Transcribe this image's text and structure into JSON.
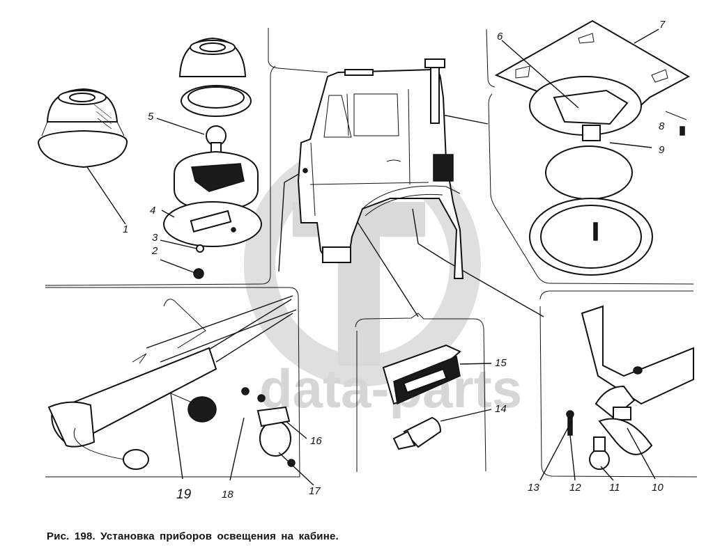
{
  "figure": {
    "caption": "Рис. 198. Установка приборов освещения на кабине.",
    "watermark_text": "data-parts",
    "watermark_logo": "ФЭ-monogram"
  },
  "callouts": [
    {
      "number": "1",
      "group": "upper-left lamp"
    },
    {
      "number": "2",
      "group": "upper-left lamp"
    },
    {
      "number": "3",
      "group": "upper-left lamp"
    },
    {
      "number": "4",
      "group": "upper-left lamp"
    },
    {
      "number": "5",
      "group": "upper-left lamp"
    },
    {
      "number": "6",
      "group": "ceiling lamp"
    },
    {
      "number": "7",
      "group": "ceiling lamp"
    },
    {
      "number": "8",
      "group": "ceiling lamp"
    },
    {
      "number": "9",
      "group": "ceiling lamp"
    },
    {
      "number": "10",
      "group": "step lamp"
    },
    {
      "number": "11",
      "group": "step lamp"
    },
    {
      "number": "12",
      "group": "step lamp"
    },
    {
      "number": "13",
      "group": "step lamp"
    },
    {
      "number": "14",
      "group": "indicator block"
    },
    {
      "number": "15",
      "group": "indicator block"
    },
    {
      "number": "16",
      "group": "door lamp"
    },
    {
      "number": "17",
      "group": "door lamp"
    },
    {
      "number": "18",
      "group": "door lamp"
    },
    {
      "number": "19",
      "group": "door lamp"
    }
  ]
}
